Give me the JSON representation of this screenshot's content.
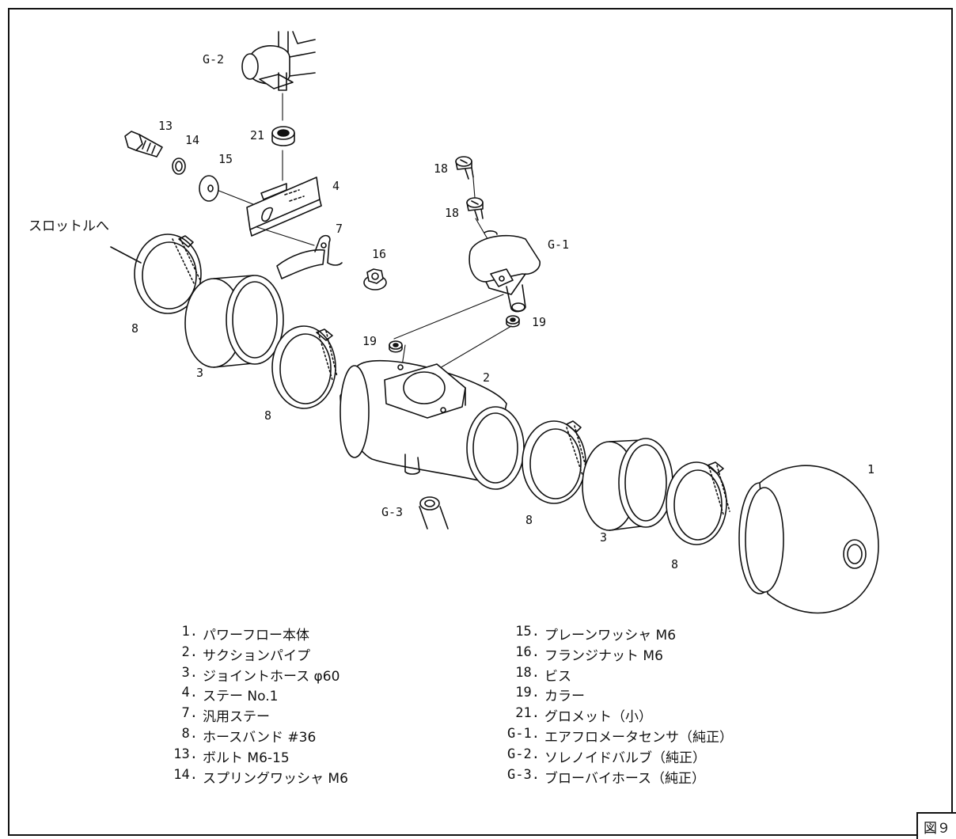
{
  "callouts": {
    "g2": "G-2",
    "n13": "13",
    "n14": "14",
    "n15": "15",
    "n21": "21",
    "n4": "4",
    "n7": "7",
    "n16": "16",
    "n18a": "18",
    "n18b": "18",
    "g1": "G-1",
    "n19a": "19",
    "n19b": "19",
    "n2": "2",
    "n8a": "8",
    "n3a": "3",
    "n8b": "8",
    "g3": "G-3",
    "n8c": "8",
    "n3b": "3",
    "n8d": "8",
    "n1": "1",
    "throttle": "スロットルへ"
  },
  "legend_left": [
    {
      "num": "1.",
      "text": "パワーフロー本体"
    },
    {
      "num": "2.",
      "text": "サクションパイプ"
    },
    {
      "num": "3.",
      "text": "ジョイントホース φ60"
    },
    {
      "num": "4.",
      "text": "ステー No.1"
    },
    {
      "num": "7.",
      "text": "汎用ステー"
    },
    {
      "num": "8.",
      "text": "ホースバンド #36"
    },
    {
      "num": "13.",
      "text": "ボルト M6-15"
    },
    {
      "num": "14.",
      "text": "スプリングワッシャ M6"
    }
  ],
  "legend_right": [
    {
      "num": "15.",
      "text": "プレーンワッシャ M6"
    },
    {
      "num": "16.",
      "text": "フランジナット M6"
    },
    {
      "num": "18.",
      "text": "ビス"
    },
    {
      "num": "19.",
      "text": "カラー"
    },
    {
      "num": "21.",
      "text": "グロメット（小）"
    },
    {
      "num": "G-1.",
      "text": "エアフロメータセンサ（純正）"
    },
    {
      "num": "G-2.",
      "text": "ソレノイドバルブ（純正）"
    },
    {
      "num": "G-3.",
      "text": "ブローバイホース（純正）"
    }
  ],
  "figure_label": "図９"
}
